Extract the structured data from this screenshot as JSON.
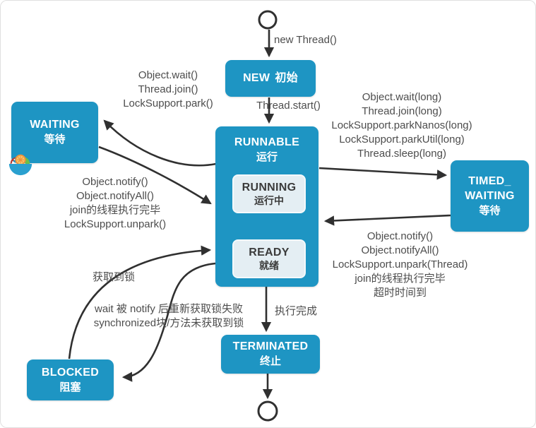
{
  "colors": {
    "node_fill": "#1e95c3",
    "inner_node_fill": "#e4eef3",
    "arrow": "#303030",
    "yellow_arrow": "#f3ef6e",
    "label_text": "#4d4d4d"
  },
  "icons": {
    "watermark": "fruit-bowl-icon"
  },
  "nodes": {
    "start": {
      "type": "initial-circle"
    },
    "end": {
      "type": "final-circle"
    },
    "new": {
      "en": "NEW",
      "zh": "初始"
    },
    "runnable": {
      "en": "RUNNABLE",
      "zh": "运行"
    },
    "running": {
      "en": "RUNNING",
      "zh": "运行中"
    },
    "ready": {
      "en": "READY",
      "zh": "就绪"
    },
    "waiting": {
      "en": "WAITING",
      "zh": "等待"
    },
    "timed_waiting": {
      "en_line1": "TIMED_",
      "en_line2": "WAITING",
      "zh": "等待"
    },
    "blocked": {
      "en": "BLOCKED",
      "zh": "阻塞"
    },
    "terminated": {
      "en": "TERMINATED",
      "zh": "终止"
    }
  },
  "edges": {
    "new_thread": "new Thread()",
    "thread_start": "Thread.start()",
    "to_waiting": [
      "Object.wait()",
      "Thread.join()",
      "LockSupport.park()"
    ],
    "from_waiting": [
      "Object.notify()",
      "Object.notifyAll()",
      "join的线程执行完毕",
      "LockSupport.unpark()"
    ],
    "to_timed_waiting": [
      "Object.wait(long)",
      "Thread.join(long)",
      "LockSupport.parkNanos(long)",
      "LockSupport.parkUtil(long)",
      "Thread.sleep(long)"
    ],
    "from_timed_waiting": [
      "Object.notify()",
      "Object.notifyAll()",
      "LockSupport.unpark(Thread)",
      "join的线程执行完毕",
      "超时时间到"
    ],
    "acquire_lock": "获取到锁",
    "to_blocked": [
      "wait 被 notify 后重新获取锁失败",
      "synchronized块/方法未获取到锁"
    ],
    "execution_complete": "执行完成"
  }
}
